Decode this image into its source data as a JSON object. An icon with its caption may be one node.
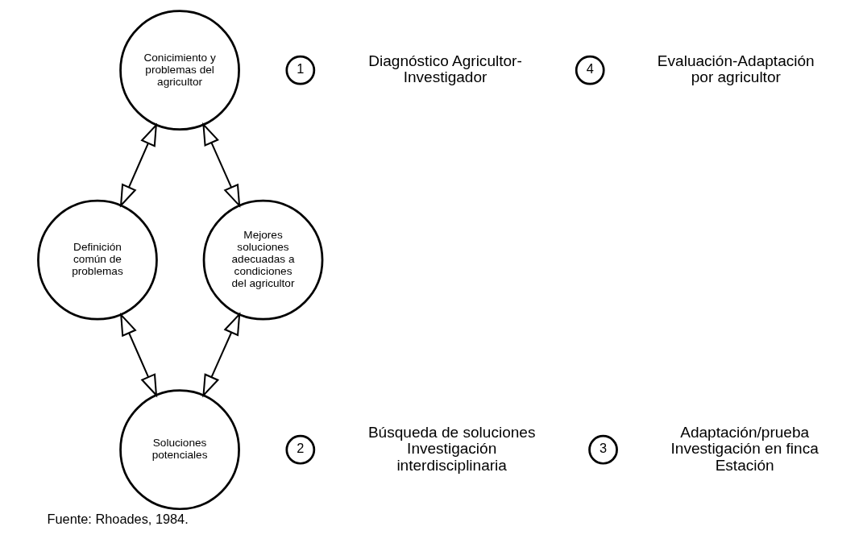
{
  "diagram": {
    "caption": "Fuente: Rhoades, 1984.",
    "nodes": [
      {
        "text": [
          "Conicimiento y problemas del agricultor"
        ]
      },
      {
        "text": [
          "Definición común de problemas"
        ]
      },
      {
        "text": [
          "Soluciones potenciales"
        ]
      },
      {
        "text": [
          "Mejores soluciones adecuadas a condiciones del agricultor"
        ]
      },
      {
        "text": [
          "1"
        ],
        "beside": [
          "Diagnóstico Agricultor-Investigador"
        ]
      },
      {
        "text": [
          "2"
        ],
        "beside": [
          "Búsqueda de soluciones Investigación interdisciplinaria"
        ]
      },
      {
        "text": [
          "3"
        ],
        "beside": [
          "Adaptación/prueba Investigación en finca Estación"
        ]
      },
      {
        "text": [
          "4"
        ],
        "beside": [
          "Evaluación-Adaptación por agricultor"
        ]
      }
    ],
    "edges": [
      {
        "from": 0,
        "to": 1,
        "arrow": "both"
      },
      {
        "from": 1,
        "to": 2,
        "arrow": "both"
      },
      {
        "from": 2,
        "to": 3,
        "arrow": "both"
      },
      {
        "from": 3,
        "to": 0,
        "arrow": "both"
      }
    ]
  }
}
